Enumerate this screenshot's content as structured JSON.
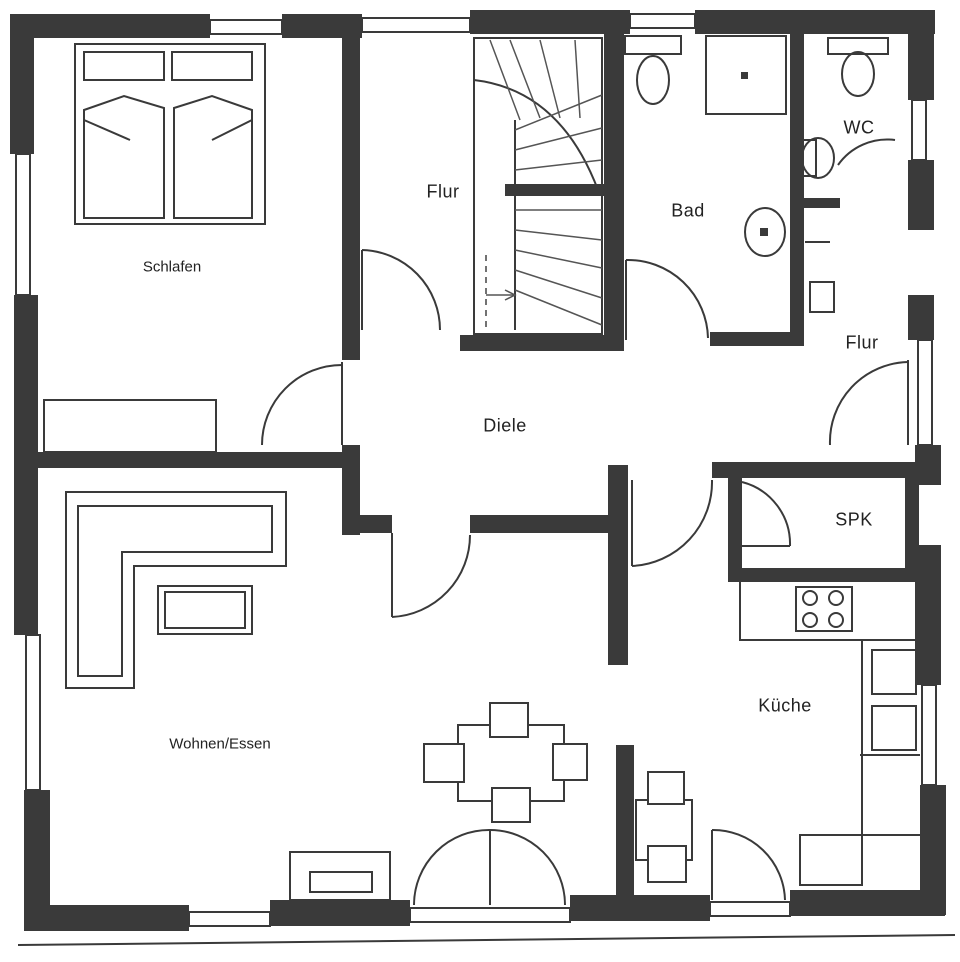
{
  "rooms": {
    "schlafen": "Schlafen",
    "flur_top": "Flur",
    "bad": "Bad",
    "wc": "WC",
    "flur_right": "Flur",
    "diele": "Diele",
    "spk": "SPK",
    "wohnen_essen": "Wohnen/Essen",
    "kueche": "Küche"
  },
  "colors": {
    "wall": "#3a3a3a",
    "background": "#ffffff"
  }
}
